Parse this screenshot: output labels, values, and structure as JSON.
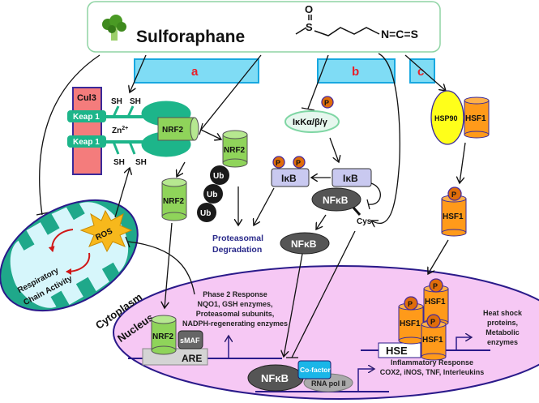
{
  "title": "Sulforaphane",
  "structure": {
    "o_label": "O",
    "s_label": "S",
    "ncs_label": "N=C=S"
  },
  "pathways": [
    {
      "id": "a",
      "label": "a"
    },
    {
      "id": "b",
      "label": "b"
    },
    {
      "id": "c",
      "label": "c"
    }
  ],
  "colors": {
    "pathway_box": "#7fdcf5",
    "pathway_label": "#e8202a",
    "keap": "#1db58a",
    "nrf2": "#8fd45a",
    "cul3": "#f47c7c",
    "mito_outer": "#1fa88a",
    "mito_inner": "#d6f6fb",
    "nucleus": "#f6c8f4",
    "hsf1": "#ff9a1a",
    "hsp90": "#ffff1a",
    "ikb": "#c9c9f0",
    "nfkb": "#555555",
    "phospho": "#e06d0a",
    "cofactor": "#1ab6e8",
    "proteasome_text": "#2a2a8a"
  },
  "labels": {
    "cul3": "Cul3",
    "keap1_top": "Keap 1",
    "keap1_bottom": "Keap 1",
    "sh": "SH",
    "zn": "Zn",
    "zn_sup": "2+",
    "nrf2": "NRF2",
    "ub": "Ub",
    "ros": "ROS",
    "respiratory": "Respiratory",
    "chain_activity": "Chain Activity",
    "cytoplasm": "Cytoplasm",
    "nucleus": "Nucleus",
    "proteasomal": "Proteasomal",
    "degradation": "Degradation",
    "ikk": "IκKα/β/γ",
    "ikb": "IκB",
    "nfkb": "NFκB",
    "cys": "Cys",
    "p": "P",
    "hsp90": "HSP90",
    "hsf1": "HSF1",
    "smaf": "sMAF",
    "are": "ARE",
    "hse": "HSE",
    "cofactor": "Co-factor",
    "rna_pol": "RNA pol II",
    "phase2": [
      "Phase 2 Response",
      "NQO1, GSH enzymes,",
      "Proteasomal subunits,",
      "NADPH-regenerating enzymes"
    ],
    "heatshock": [
      "Heat shock",
      "proteins,",
      "Metabolic",
      "enzymes"
    ],
    "inflammatory": [
      "Inflammatory Response",
      "COX2, iNOS, TNF, Interleukins"
    ]
  }
}
